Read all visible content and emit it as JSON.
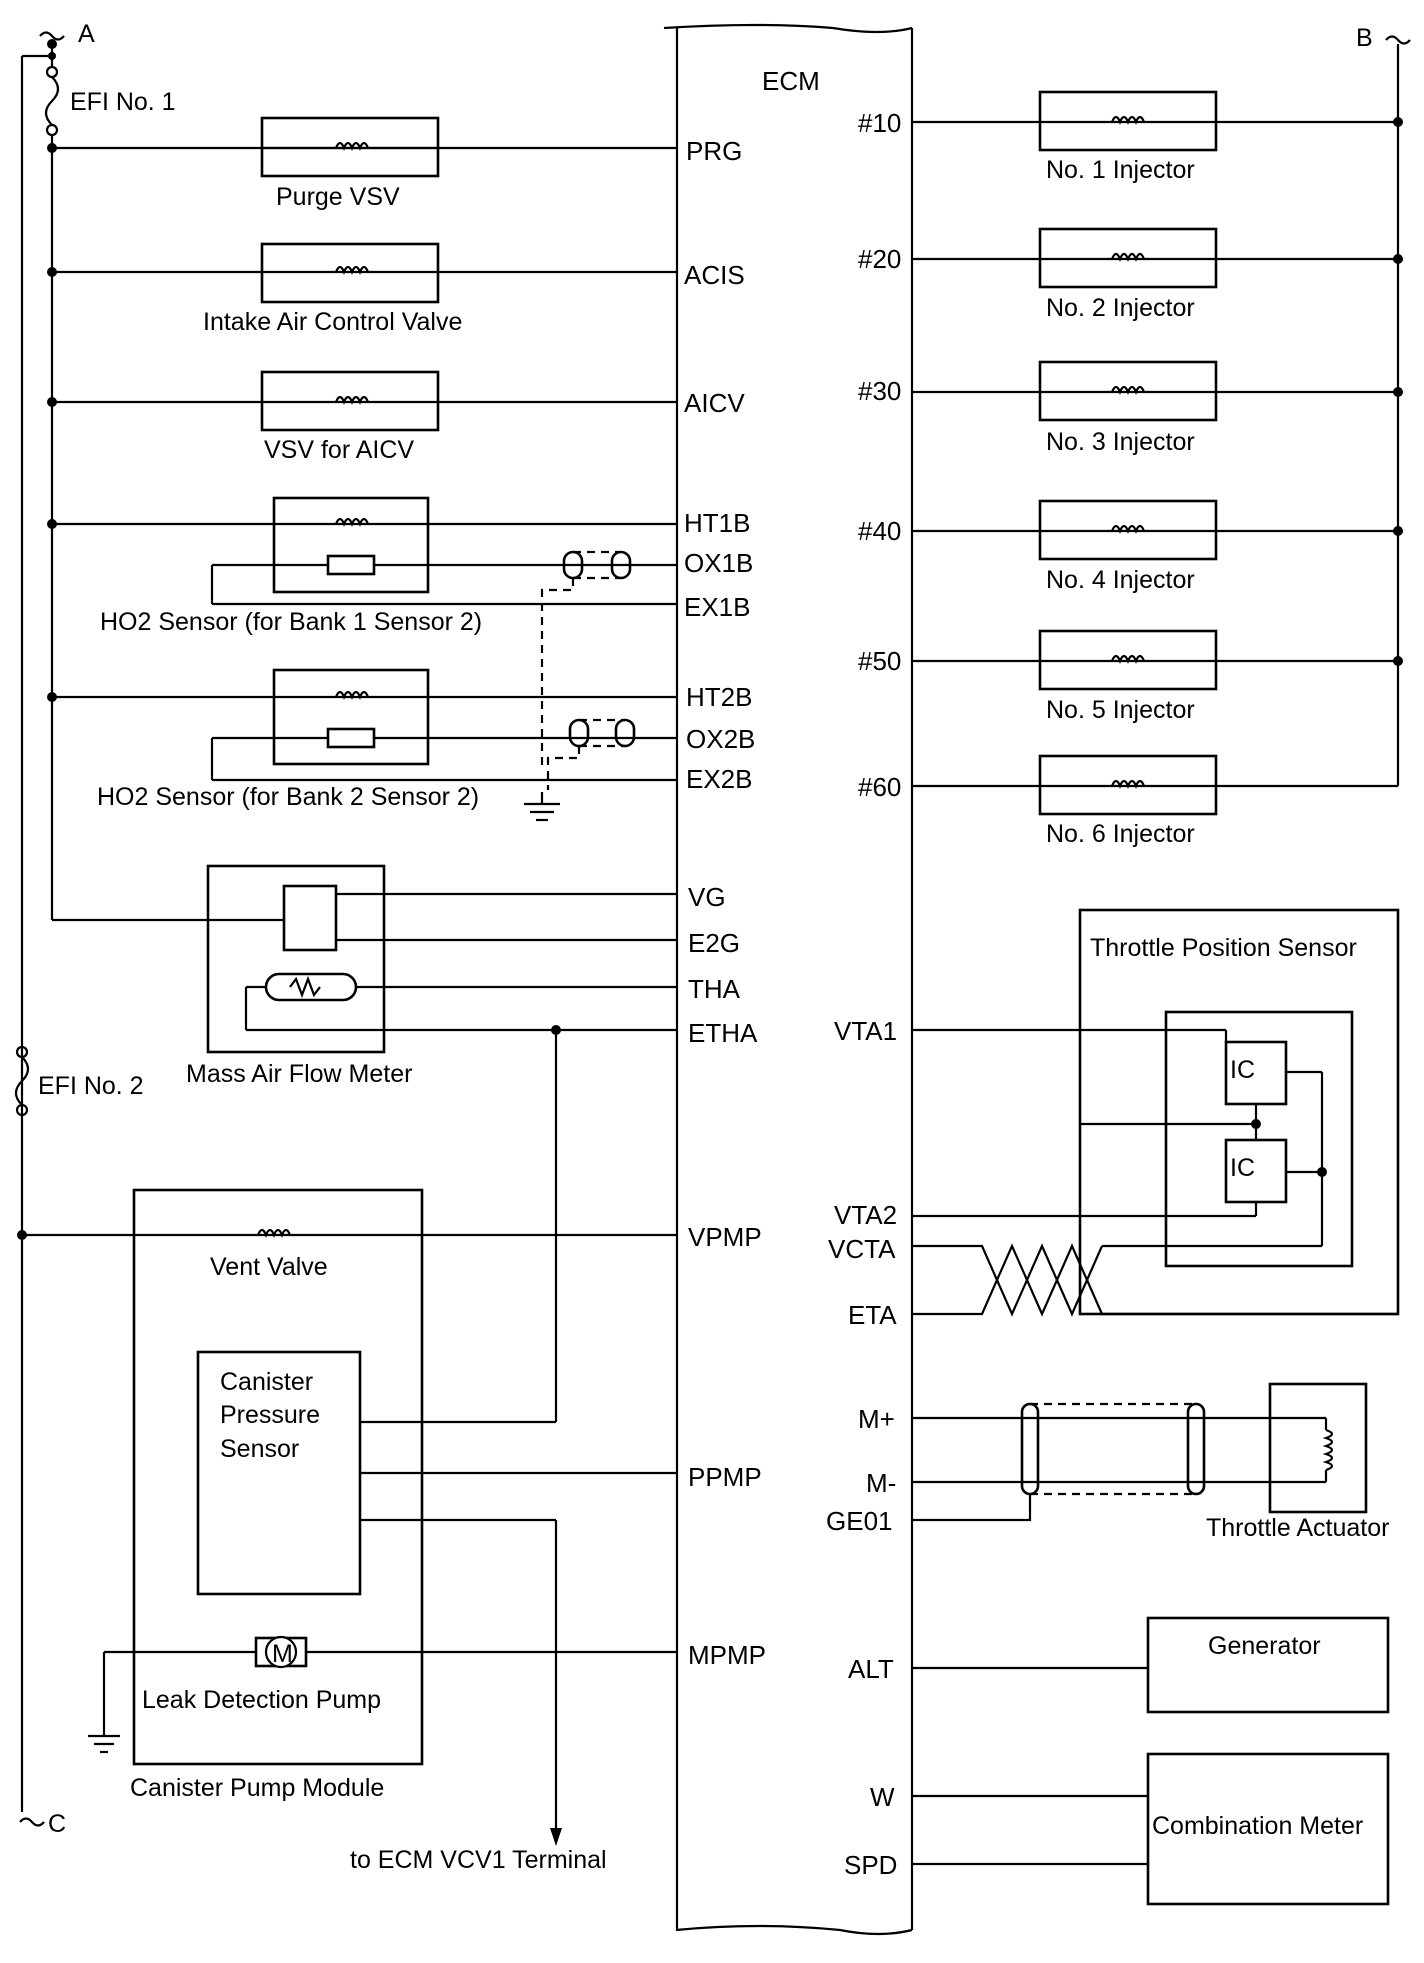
{
  "ecm": {
    "label": "ECM"
  },
  "rails": {
    "a": "A",
    "b": "B",
    "c": "C"
  },
  "fuses": {
    "efi1": "EFI No. 1",
    "efi2": "EFI No. 2"
  },
  "components": {
    "purge_vsv": "Purge VSV",
    "intake_air_control_valve": "Intake Air Control Valve",
    "vsv_for_aicv": "VSV for AICV",
    "ho2_b1s2": "HO2 Sensor (for Bank 1 Sensor 2)",
    "ho2_b2s2": "HO2 Sensor (for Bank 2 Sensor 2)",
    "mass_air_flow_meter": "Mass Air Flow Meter",
    "vent_valve": "Vent Valve",
    "canister_pressure_sensor": [
      "Canister",
      "Pressure",
      "Sensor"
    ],
    "leak_detection_pump": "Leak Detection Pump",
    "motor_symbol": "M",
    "canister_pump_module": "Canister Pump Module",
    "to_ecm_vcv1": "to ECM VCV1 Terminal",
    "injectors": [
      "No. 1 Injector",
      "No. 2 Injector",
      "No. 3 Injector",
      "No. 4 Injector",
      "No. 5 Injector",
      "No. 6 Injector"
    ],
    "throttle_position_sensor": "Throttle Position Sensor",
    "ic": "IC",
    "throttle_actuator": "Throttle Actuator",
    "generator": "Generator",
    "combination_meter": "Combination Meter"
  },
  "pins_left": {
    "prg": "PRG",
    "acis": "ACIS",
    "aicv": "AICV",
    "ht1b": "HT1B",
    "ox1b": "OX1B",
    "ex1b": "EX1B",
    "ht2b": "HT2B",
    "ox2b": "OX2B",
    "ex2b": "EX2B",
    "vg": "VG",
    "e2g": "E2G",
    "tha": "THA",
    "etha": "ETHA",
    "vpmp": "VPMP",
    "ppmp": "PPMP",
    "mpmp": "MPMP"
  },
  "pins_right": {
    "inj": [
      "#10",
      "#20",
      "#30",
      "#40",
      "#50",
      "#60"
    ],
    "vta1": "VTA1",
    "vta2": "VTA2",
    "vcta": "VCTA",
    "eta": "ETA",
    "m_plus": "M+",
    "m_minus": "M-",
    "ge01": "GE01",
    "alt": "ALT",
    "w": "W",
    "spd": "SPD"
  }
}
